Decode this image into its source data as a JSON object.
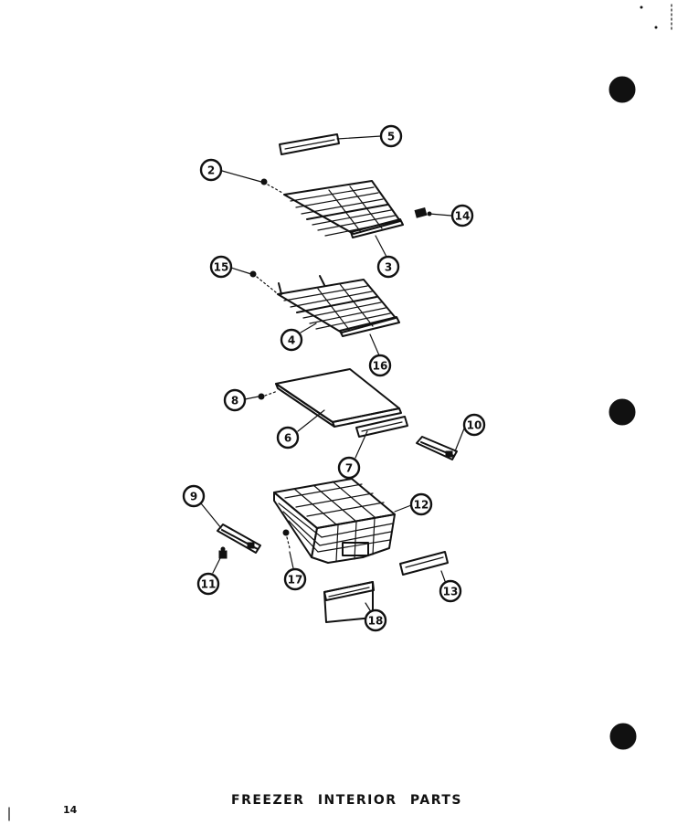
{
  "title": "FREEZER INTERIOR PARTS",
  "page_number": "14",
  "callouts": [
    "5",
    "2",
    "14",
    "3",
    "15",
    "4",
    "16",
    "8",
    "6",
    "10",
    "7",
    "9",
    "12",
    "11",
    "17",
    "13",
    "18"
  ]
}
